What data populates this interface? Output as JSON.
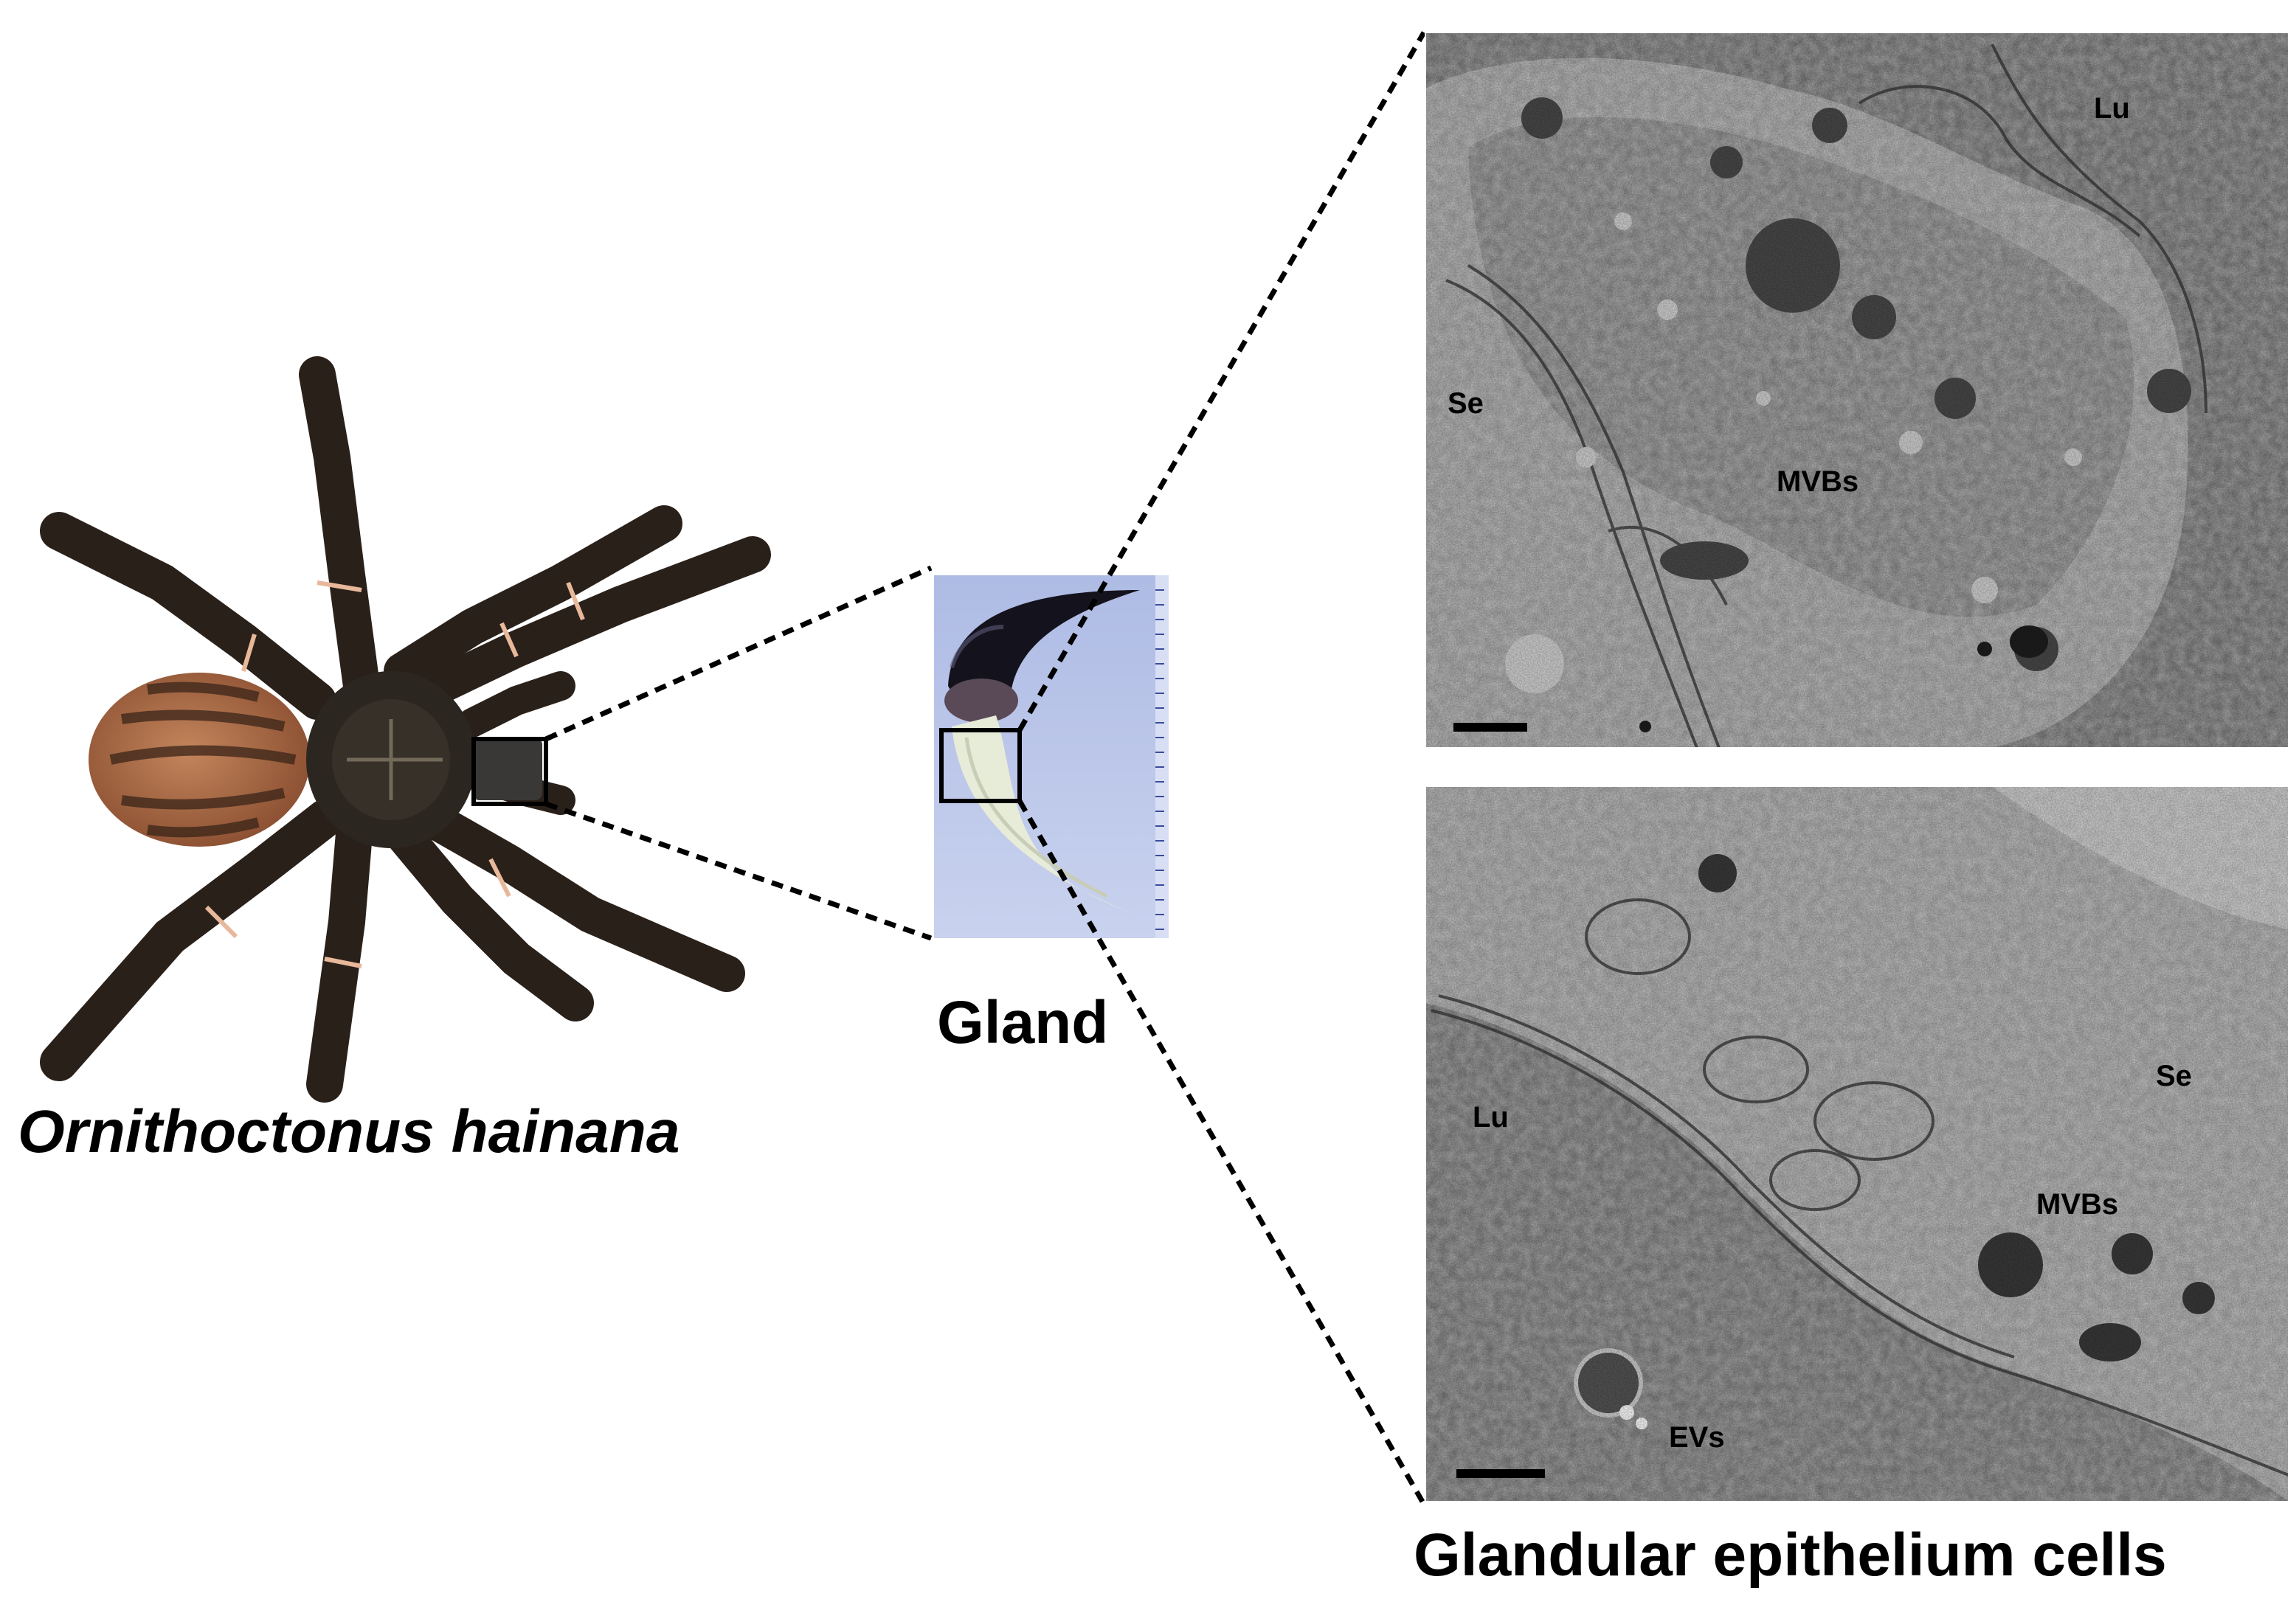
{
  "figure": {
    "species_label": "Ornithoctonus hainana",
    "gland_label": "Gland",
    "cells_caption": "Glandular epithelium cells",
    "tem_top": {
      "labels": {
        "lumen": "Lu",
        "secretory_epithelium": "Se",
        "multivesicular_bodies": "MVBs"
      }
    },
    "tem_bottom": {
      "labels": {
        "lumen": "Lu",
        "secretory_epithelium": "Se",
        "multivesicular_bodies": "MVBs",
        "extracellular_vesicles": "EVs"
      }
    }
  },
  "colors": {
    "background": "#ffffff",
    "spider_body": "#2b211b",
    "spider_abdomen": "#b2704a",
    "tem_gray": "#7c7c7c",
    "gland_backdrop": "#b7c4e6",
    "fang": "#14121c"
  }
}
